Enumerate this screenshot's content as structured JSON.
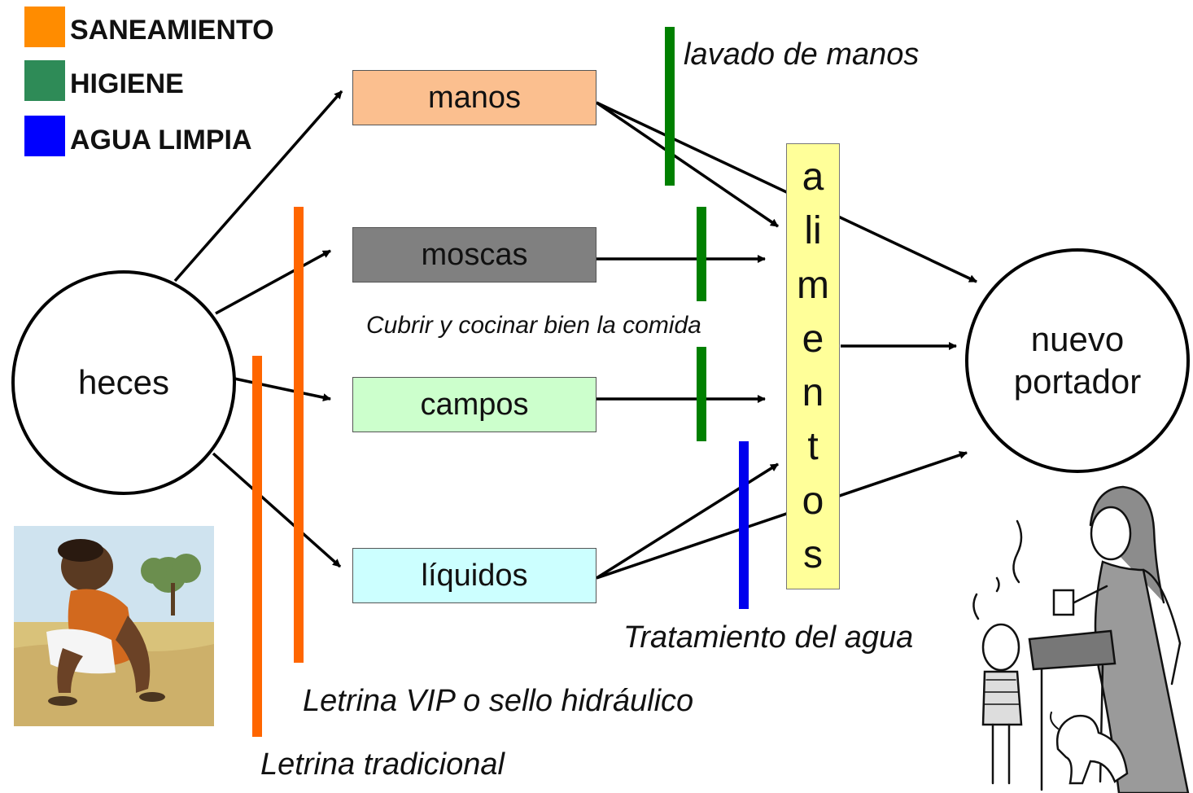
{
  "legend": [
    {
      "label": "SANEAMIENTO",
      "color": "#ff8c00"
    },
    {
      "label": "HIGIENE",
      "color": "#2e8b57"
    },
    {
      "label": "AGUA LIMPIA",
      "color": "#0000ff"
    }
  ],
  "source_node": "heces",
  "channels": [
    {
      "label": "manos",
      "color": "#fbbf8f"
    },
    {
      "label": "moscas",
      "color": "#808080"
    },
    {
      "label": "campos",
      "color": "#ccffcc"
    },
    {
      "label": "líquidos",
      "color": "#ccffff"
    }
  ],
  "food_letters": [
    "a",
    "li",
    "m",
    "e",
    "n",
    "t",
    "o",
    "s"
  ],
  "target_node": {
    "line1": "nuevo",
    "line2": "portador"
  },
  "barrier_labels": {
    "handwashing": "lavado de manos",
    "cover_food": "Cubrir y cocinar bien la comida",
    "water_treatment": "Tratamiento del agua",
    "vip_latrine": "Letrina VIP o sello hidráulico",
    "traditional_latrine": "Letrina tradicional"
  },
  "barrier_colors": {
    "sanitation": "#ff6600",
    "hygiene": "#008000",
    "water": "#0000ee"
  },
  "illustrations": [
    "child-squatting-illustration",
    "woman-child-dog-illustration"
  ]
}
